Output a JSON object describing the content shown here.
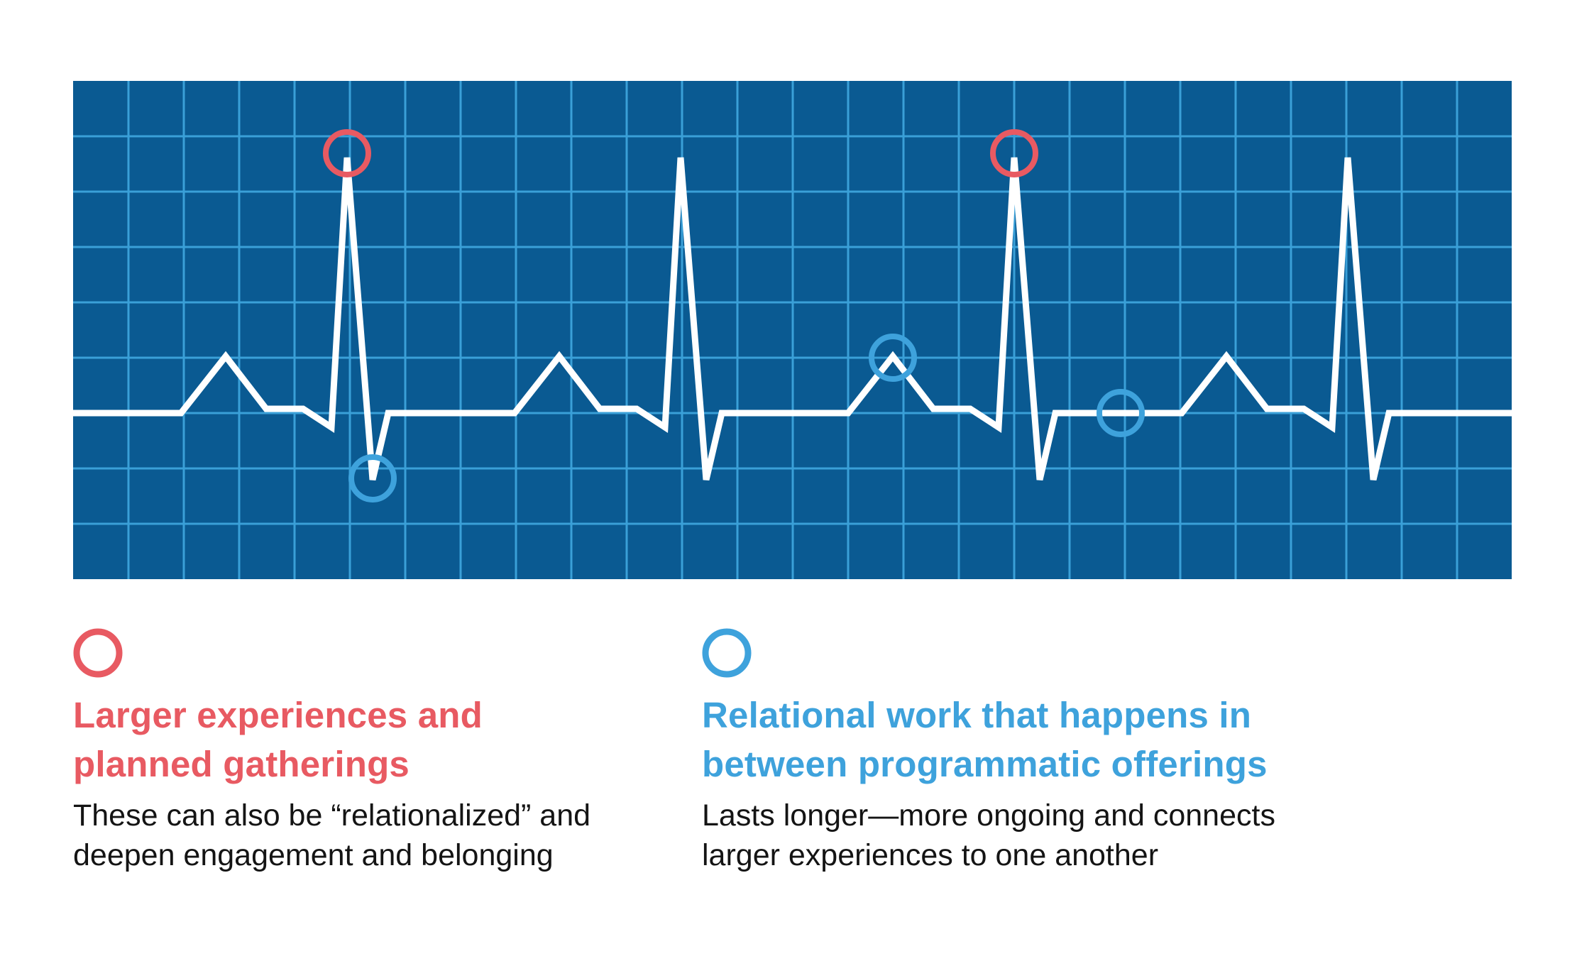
{
  "colors": {
    "panel_background": "#0a5a92",
    "grid_line": "#3aa0d8",
    "trace": "#ffffff",
    "red_marker": "#e85a62",
    "blue_marker": "#3ea2dc",
    "body_text": "#141414"
  },
  "diagram": {
    "trace_shape": "repeating heartbeat waveform, four beats",
    "markers": [
      {
        "color": "red",
        "beat": 1,
        "on": "peak"
      },
      {
        "color": "blue",
        "beat": 1,
        "on": "trough"
      },
      {
        "color": "blue",
        "beat": 3,
        "on": "bump"
      },
      {
        "color": "red",
        "beat": 3,
        "on": "peak"
      },
      {
        "color": "blue",
        "beat": 4,
        "on": "baseline"
      }
    ]
  },
  "legend": [
    {
      "icon": "red-circle-icon",
      "title_lines": [
        "Larger experiences and",
        "planned gatherings"
      ],
      "description_lines": [
        "These can also be “relationalized” and",
        "deepen engagement and belonging"
      ]
    },
    {
      "icon": "blue-circle-icon",
      "title_lines": [
        "Relational work that happens in",
        "between programmatic offerings"
      ],
      "description_lines": [
        "Lasts longer—more ongoing and connects",
        "larger experiences to one another"
      ]
    }
  ]
}
